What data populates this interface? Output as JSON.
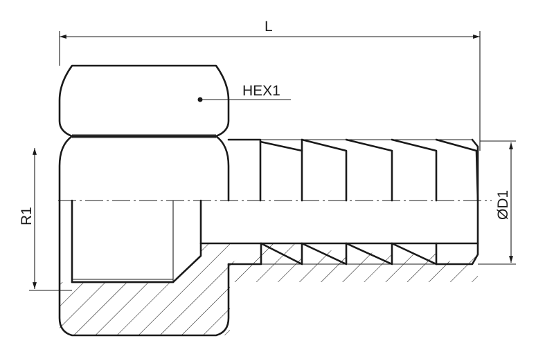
{
  "labels": {
    "length": "L",
    "hex": "HEX1",
    "thread": "R1",
    "diameter": "ØD1"
  },
  "colors": {
    "line": "#1a1a1a",
    "background": "#ffffff"
  }
}
